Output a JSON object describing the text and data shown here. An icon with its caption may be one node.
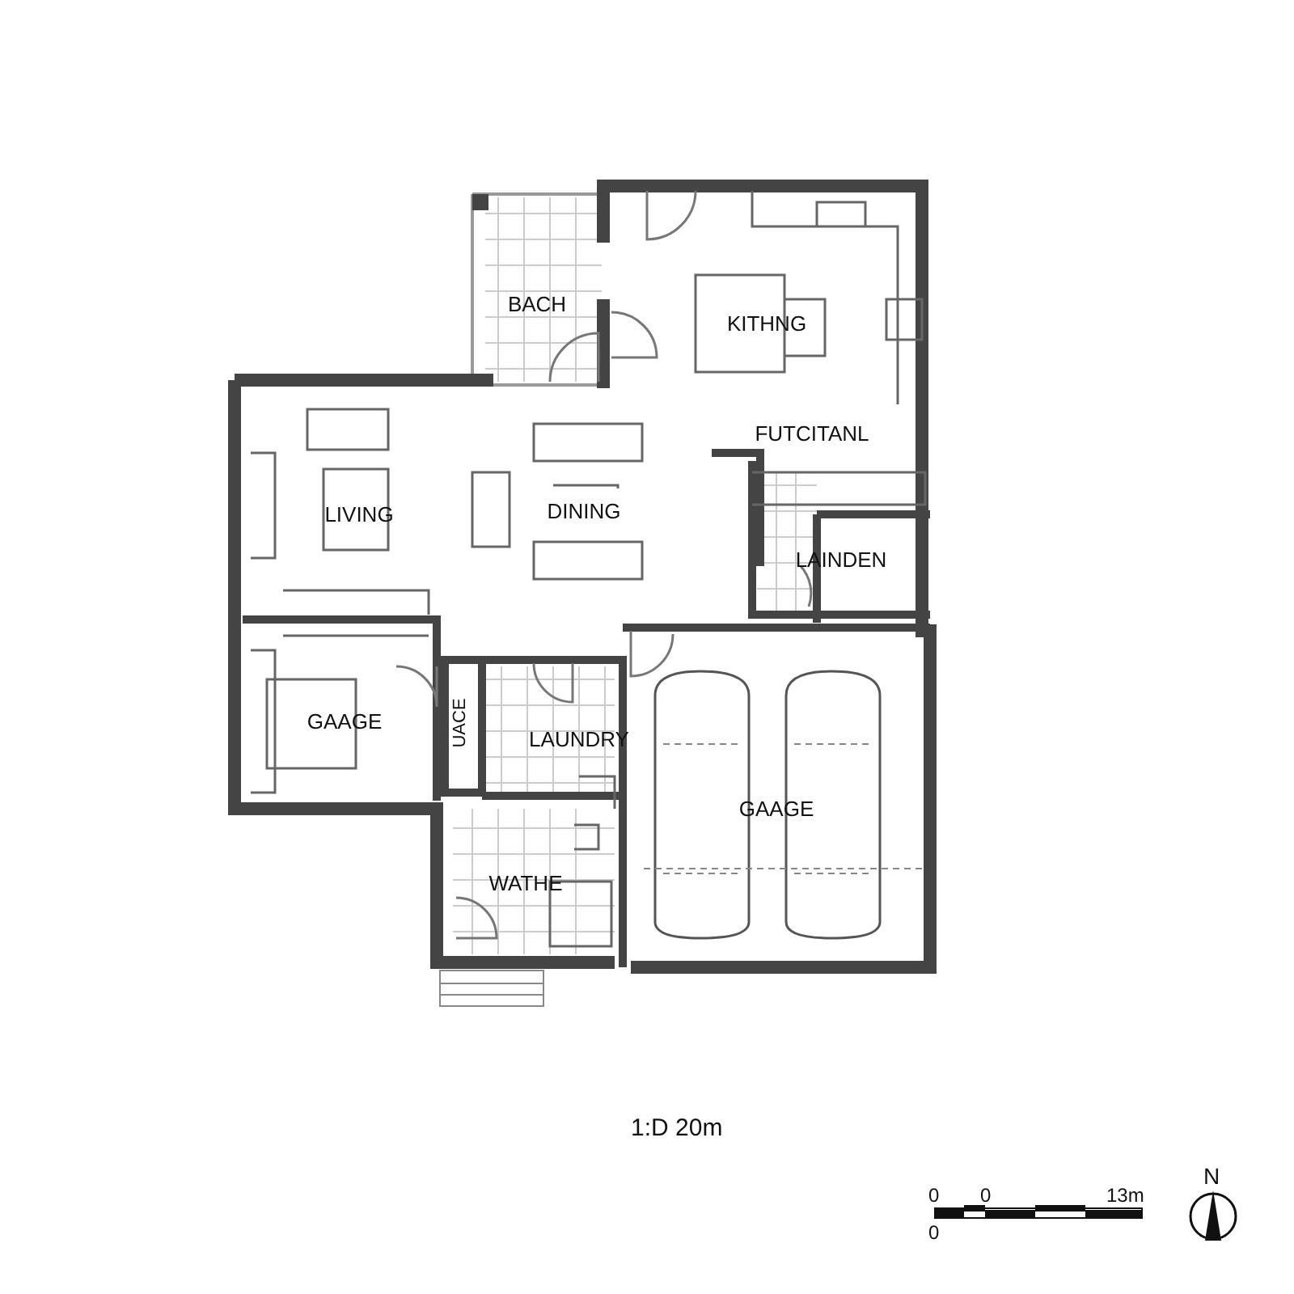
{
  "diagram": {
    "nodes": [
      {
        "text": [
          "BACH"
        ]
      },
      {
        "text": [
          "KITHNG"
        ]
      },
      {
        "text": [
          "FUTCITANL"
        ]
      },
      {
        "text": [
          "LIVING"
        ]
      },
      {
        "text": [
          "DINING"
        ]
      },
      {
        "text": [
          "LAINDEN"
        ]
      },
      {
        "text": [
          "GAAGE"
        ]
      },
      {
        "text": [
          "UACE"
        ]
      },
      {
        "text": [
          "LAUNDRY"
        ]
      },
      {
        "text": [
          "GAAGE"
        ]
      },
      {
        "text": [
          "WATHE"
        ]
      }
    ],
    "labels": [
      "1:D 20m",
      "0",
      "0",
      "13m",
      "N",
      "0"
    ]
  }
}
